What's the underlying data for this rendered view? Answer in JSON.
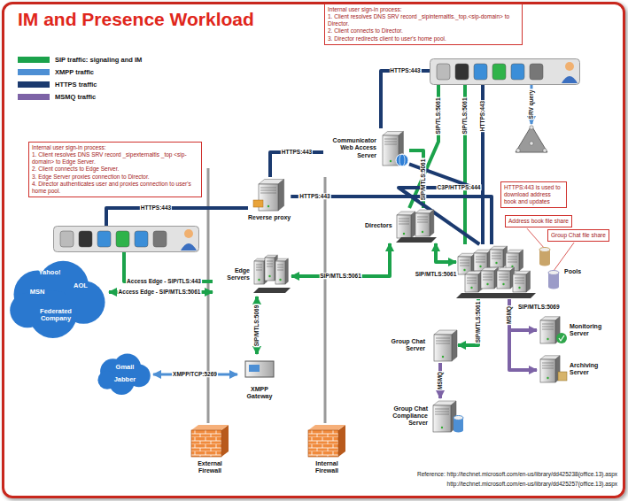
{
  "diagram": {
    "title": "IM and Presence Workload",
    "nodes": [
      {
        "text": [
          "Internal user sign-in process:",
          "1. Client resolves DNS SRV record _sipinternaltls._top.<sip-domain> to Director.",
          "2. Client connects to Director.",
          "3. Director redirects client to user's home pool."
        ]
      },
      {
        "text": []
      },
      {
        "text": []
      },
      {
        "text": [
          "Communicator Web Access Server"
        ]
      },
      {
        "text": [
          "Internal user sign-in process:",
          "1. Client resolves DNS SRV record _sipexternaltls _top <sip-domain> to Edge Server.",
          "2. Client connects to Edge Server.",
          "3. Edge Server proxies connection to Director.",
          "4. Director authenticates user and proxies connection to user's home pool."
        ]
      },
      {
        "text": []
      },
      {
        "text": [
          "Reverse proxy"
        ]
      },
      {
        "text": [
          "Directors"
        ]
      },
      {
        "text": [
          "HTTPS:443 is used to download address book and updates"
        ]
      },
      {
        "text": [
          "Address book file share"
        ]
      },
      {
        "text": [
          "Group Chat file share"
        ]
      },
      {
        "text": [
          "Pools"
        ]
      },
      {
        "text": [
          "Yahoo!",
          "AOL",
          "MSN",
          "Federated Company"
        ]
      },
      {
        "text": [
          "Edge Servers"
        ]
      },
      {
        "text": [
          "Gmail",
          "Jabber"
        ]
      },
      {
        "text": [
          "XMPP Gateway"
        ]
      },
      {
        "text": [
          "Group Chat Server"
        ]
      },
      {
        "text": [
          "Monitoring Server"
        ]
      },
      {
        "text": [
          "Archiving Server"
        ]
      },
      {
        "text": [
          "Group Chat Compliance Server"
        ]
      },
      {
        "text": [
          "External Firewall"
        ]
      },
      {
        "text": [
          "Internal Firewall"
        ]
      }
    ],
    "edges": [
      {
        "from": 1,
        "to": 3,
        "label": "HTTPS:443",
        "arrow": "none"
      },
      {
        "from": 1,
        "to": 2,
        "label": "SRV query",
        "arrow": "to"
      },
      {
        "from": 1,
        "to": 7,
        "label": "SIP/TLS:5061",
        "arrow": "none"
      },
      {
        "from": 1,
        "to": 11,
        "label": "SIP/TLS:5061",
        "arrow": "none"
      },
      {
        "from": 1,
        "to": 11,
        "label": "HTTPS:443",
        "arrow": "none"
      },
      {
        "from": 3,
        "to": 7,
        "label": "SIP/MTLS:5061",
        "arrow": "none"
      },
      {
        "from": 6,
        "to": 3,
        "label": "HTTPS:443",
        "arrow": "none"
      },
      {
        "from": 5,
        "to": 6,
        "label": "HTTPS:443",
        "arrow": "none"
      },
      {
        "from": 6,
        "to": 11,
        "label": "HTTPS:443",
        "arrow": "none"
      },
      {
        "from": 5,
        "to": 13,
        "label": "Access Edge - SIP/TLS:443",
        "arrow": "none"
      },
      {
        "from": 12,
        "to": 13,
        "label": "Access Edge - SIP/MTLS:5061",
        "arrow": "both"
      },
      {
        "from": 13,
        "to": 7,
        "label": "SIP/MTLS:5061",
        "arrow": "both"
      },
      {
        "from": 7,
        "to": 11,
        "label": "SIP/MTLS:5061",
        "arrow": "both"
      },
      {
        "from": 13,
        "to": 15,
        "label": "SIP/MTLS:5069",
        "arrow": "both"
      },
      {
        "from": 14,
        "to": 15,
        "label": "XMPP/TCP:5269",
        "arrow": "both"
      },
      {
        "from": 3,
        "to": 11,
        "label": "C3P/HTTPS:444",
        "arrow": "none"
      },
      {
        "from": 11,
        "to": 16,
        "label": "SIP/MTLS:5061",
        "arrow": "to"
      },
      {
        "from": 11,
        "to": 17,
        "label": "MSMQ",
        "arrow": "to"
      },
      {
        "from": 11,
        "to": 18,
        "arrow": "to"
      },
      {
        "from": 16,
        "to": 19,
        "label": "MSMQ",
        "arrow": "to"
      }
    ],
    "labels": [
      "SIP/MTLS:5069",
      "Reference: http://technet.microsoft.com/en-us/library/dd425238(office.13).aspx",
      "http://technet.microsoft.com/en-us/library/dd425257(office.13).aspx"
    ],
    "legend": [
      {
        "text": "SIP traffic: signaling and IM",
        "color": "#1ba24b"
      },
      {
        "text": "XMPP traffic",
        "color": "#4d8fd4"
      },
      {
        "text": "HTTPS traffic",
        "color": "#1b3a6f"
      },
      {
        "text": "MSMQ traffic",
        "color": "#7d63a6"
      }
    ]
  }
}
